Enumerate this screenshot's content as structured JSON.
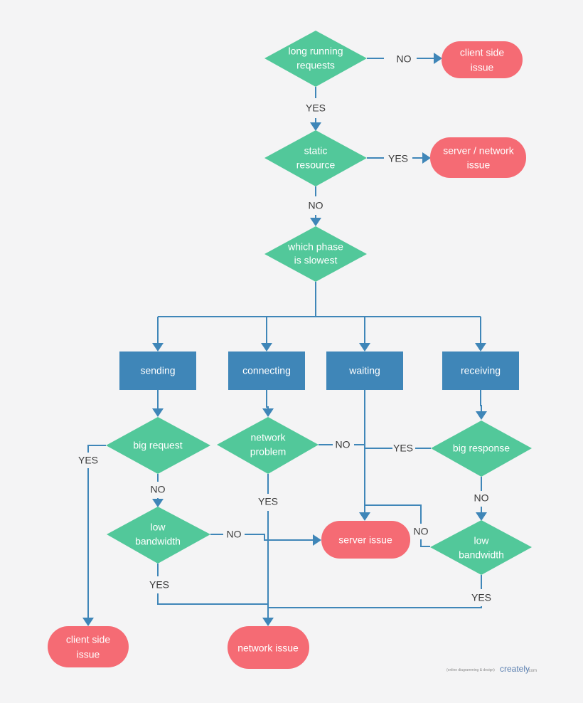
{
  "nodes": {
    "long_running": [
      "long running",
      "requests"
    ],
    "client_side_top": [
      "client side",
      "issue"
    ],
    "static_resource": [
      "static",
      "resource"
    ],
    "server_network": [
      "server / network",
      "issue"
    ],
    "which_phase": [
      "which phase",
      "is slowest"
    ],
    "sending": [
      "sending"
    ],
    "connecting": [
      "connecting"
    ],
    "waiting": [
      "waiting"
    ],
    "receiving": [
      "receiving"
    ],
    "big_request": [
      "big request"
    ],
    "network_problem": [
      "network",
      "problem"
    ],
    "big_response": [
      "big response"
    ],
    "low_bandwidth_left": [
      "low",
      "bandwidth"
    ],
    "server_issue": [
      "server issue"
    ],
    "low_bandwidth_right": [
      "low",
      "bandwidth"
    ],
    "client_side_bottom": [
      "client side",
      "issue"
    ],
    "network_issue": [
      "network issue"
    ]
  },
  "edge_labels": {
    "long_running_no": "NO",
    "long_running_yes": "YES",
    "static_yes": "YES",
    "static_no": "NO",
    "big_request_yes": "YES",
    "big_request_no": "NO",
    "network_problem_no": "NO",
    "network_problem_yes": "YES",
    "big_response_yes": "YES",
    "big_response_no": "NO",
    "low_bw_left_no": "NO",
    "low_bw_left_yes": "YES",
    "low_bw_right_no": "NO",
    "low_bw_right_yes": "YES"
  },
  "watermark": {
    "tagline": "(online diagramming & design)",
    "brand": "creately",
    "domain": ".com"
  },
  "colors": {
    "decision": "#52c89a",
    "terminal": "#f56b74",
    "process": "#3f86b8",
    "connector": "#3f86b8",
    "background": "#f4f4f5"
  }
}
